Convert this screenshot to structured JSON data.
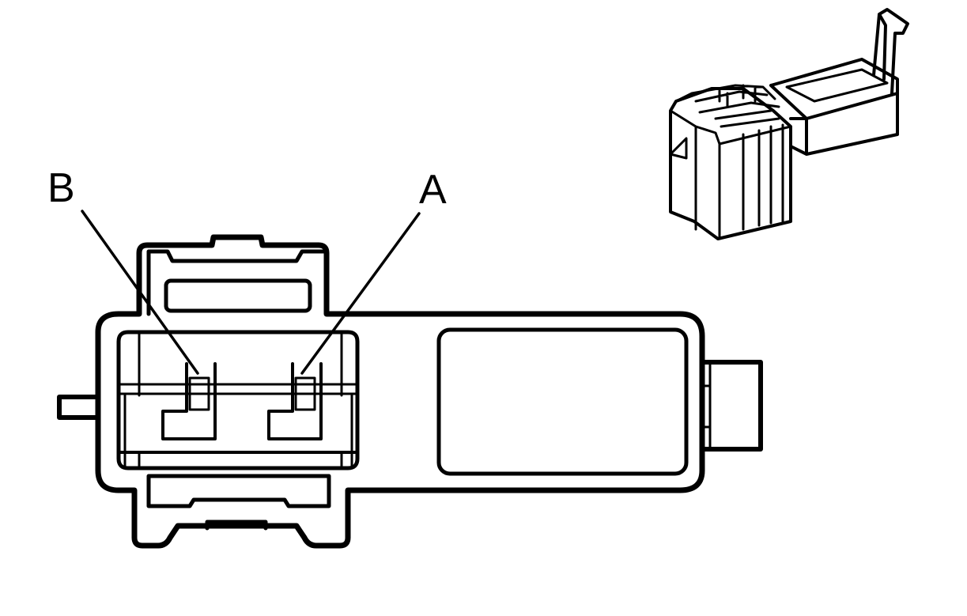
{
  "diagram": {
    "callouts": [
      {
        "id": "B",
        "text": "B"
      },
      {
        "id": "A",
        "text": "A"
      }
    ],
    "colors": {
      "line": "#000000",
      "background": "#ffffff"
    }
  }
}
